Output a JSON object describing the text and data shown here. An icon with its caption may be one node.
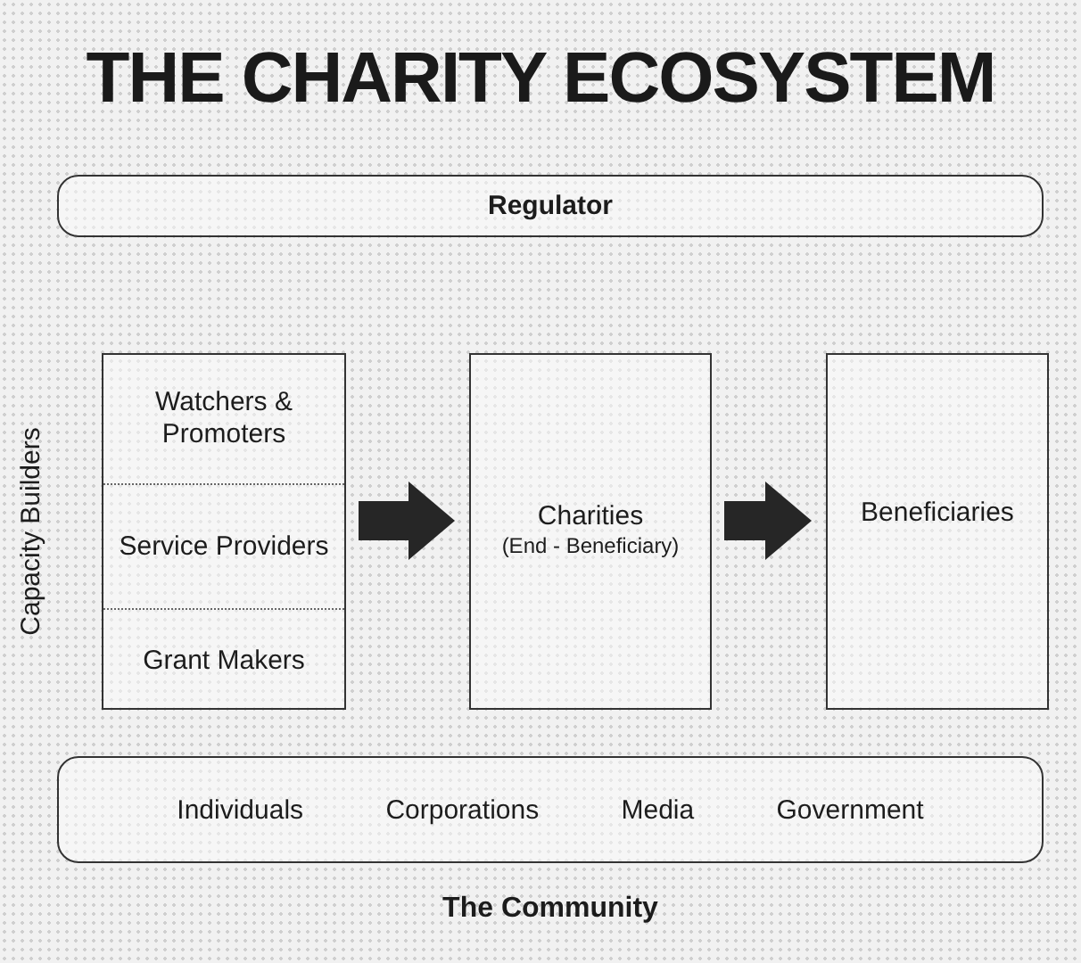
{
  "diagram": {
    "title": "THE CHARITY ECOSYSTEM",
    "nodes": [
      {
        "text": [
          "Regulator"
        ]
      },
      {
        "text": [
          "Capacity Builders"
        ]
      },
      {
        "text": [
          "Watchers & Promoters"
        ],
        "in": 1
      },
      {
        "text": [
          "Service Providers"
        ],
        "in": 1
      },
      {
        "text": [
          "Grant Makers"
        ],
        "in": 1
      },
      {
        "text": [
          "Charities",
          "(End - Beneficiary)"
        ]
      },
      {
        "text": [
          "Beneficiaries"
        ]
      },
      {
        "text": [
          "The Community"
        ]
      }
    ],
    "edges": [
      {
        "from": 1,
        "to": 5,
        "arrow": "to"
      },
      {
        "from": 5,
        "to": 6,
        "arrow": "to"
      }
    ],
    "labels": [
      "Individuals",
      "Corporations",
      "Media",
      "Government"
    ]
  }
}
